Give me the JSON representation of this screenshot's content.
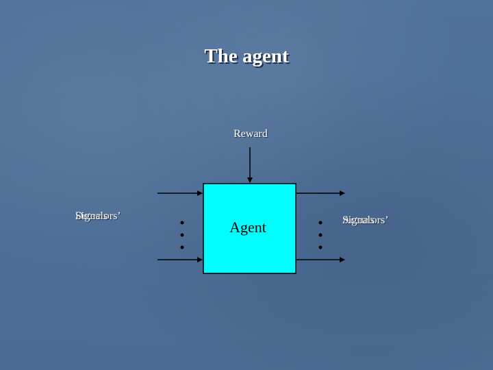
{
  "slide": {
    "title": "The agent"
  },
  "diagram": {
    "reward_label": "Reward",
    "agent_label": "Agent",
    "inputs_label_lines": [
      "Detectors’",
      "Signals"
    ],
    "outputs_label_lines": [
      "Actuators’",
      "Signals"
    ],
    "agent_box_color": "#00ffff"
  }
}
